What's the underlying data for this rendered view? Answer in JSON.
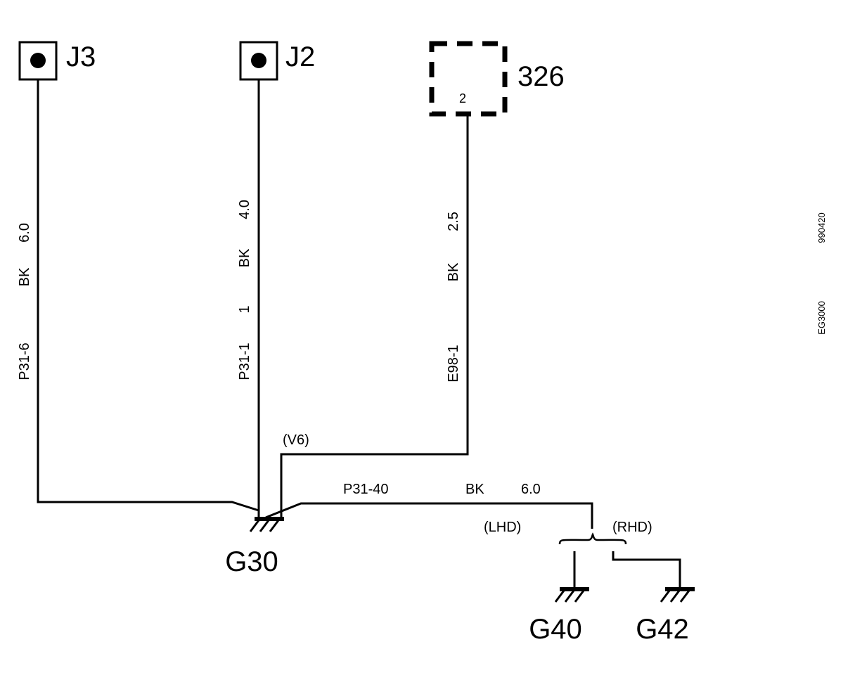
{
  "connectors": {
    "j3": "J3",
    "j2": "J2",
    "comp326": "326",
    "comp326_pin": "2"
  },
  "wires": {
    "j3": {
      "pin": "P31-6",
      "color": "BK",
      "size": "6.0"
    },
    "j2": {
      "pin": "P31-1",
      "num": "1",
      "color": "BK",
      "size": "4.0"
    },
    "c326": {
      "pin": "E98-1",
      "color": "BK",
      "size": "2.5"
    },
    "main": {
      "pin": "P31-40",
      "color": "BK",
      "size": "6.0"
    }
  },
  "notes": {
    "v6": "(V6)",
    "lhd": "(LHD)",
    "rhd": "(RHD)"
  },
  "grounds": {
    "g30": "G30",
    "g40": "G40",
    "g42": "G42"
  },
  "sidebar": {
    "code1": "990420",
    "code2": "EG3000"
  }
}
